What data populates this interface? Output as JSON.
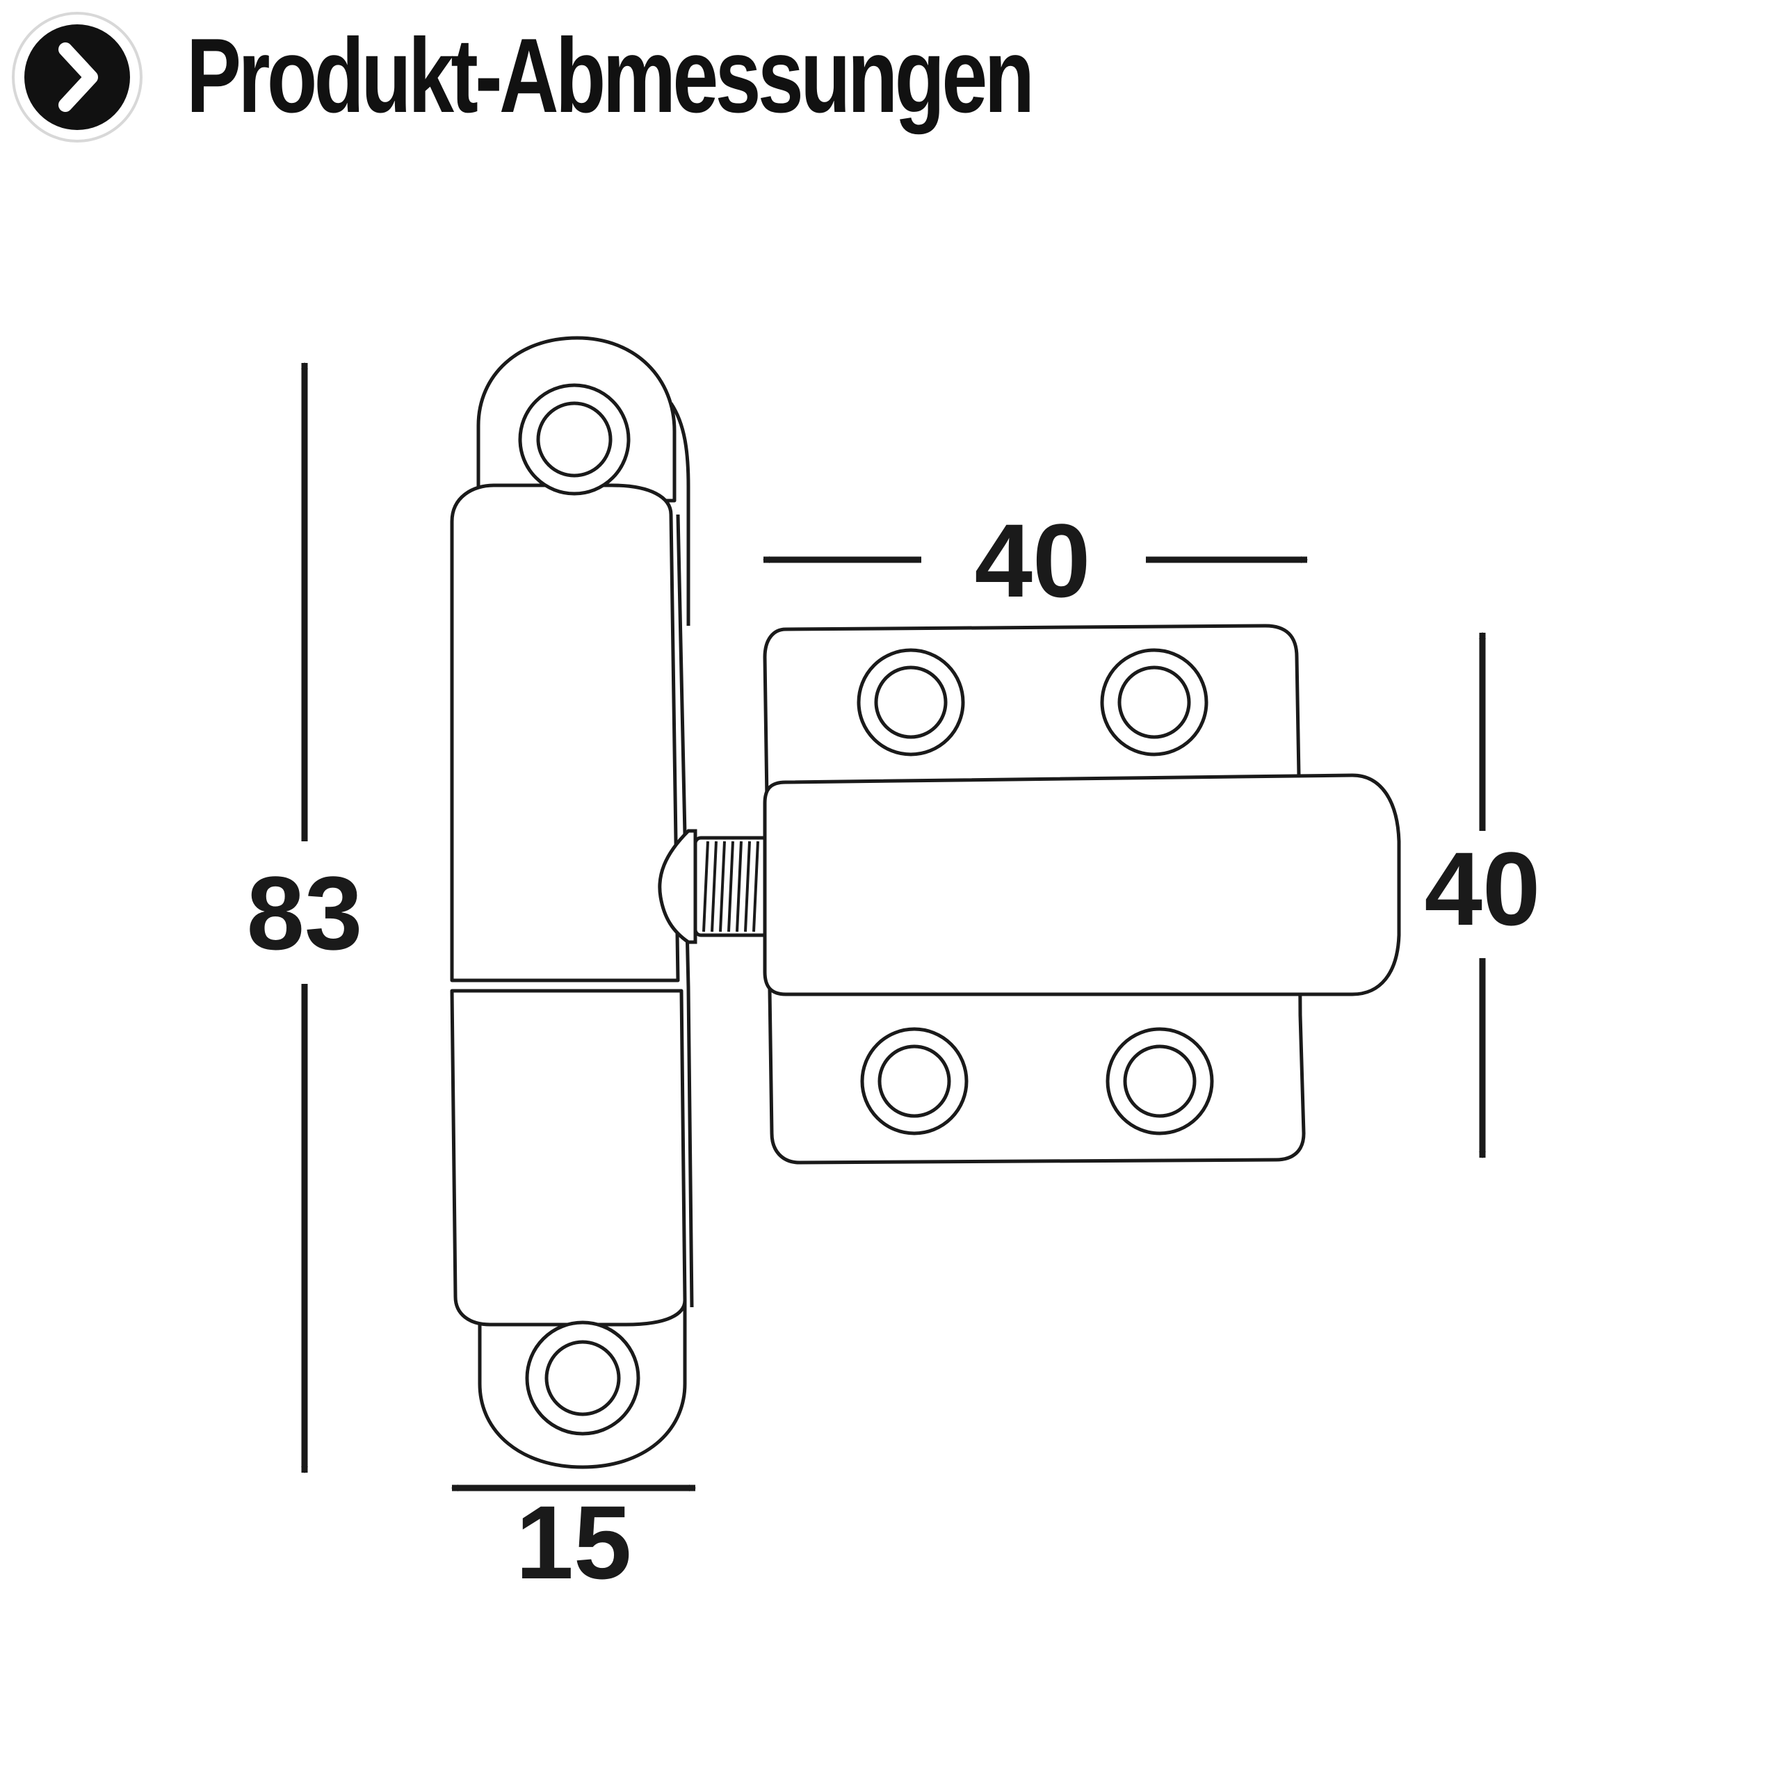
{
  "header": {
    "title": "Produkt-Abmessungen",
    "badge_icon": "chevron-right-icon"
  },
  "dimensions": {
    "height_total": "83",
    "plate_width": "40",
    "plate_height": "40",
    "barrel_width": "15"
  },
  "colors": {
    "line": "#1a1a1a",
    "background": "#ffffff",
    "badge": "#111111"
  }
}
